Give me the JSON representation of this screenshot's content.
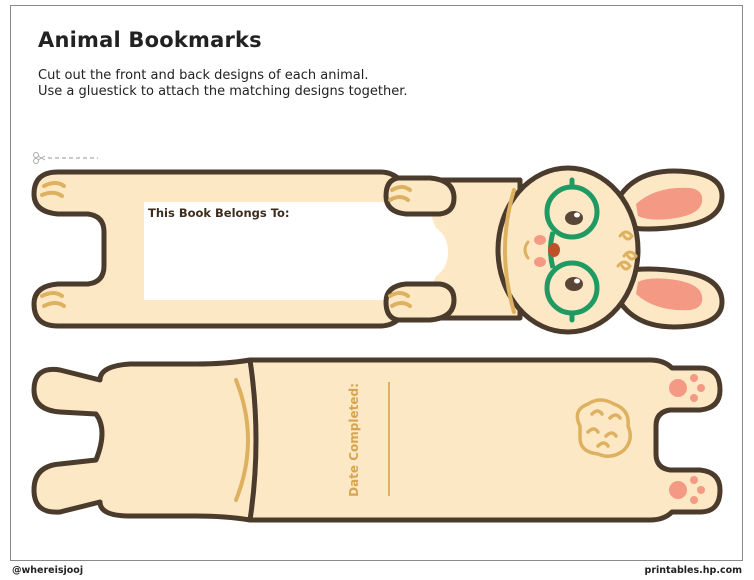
{
  "page": {
    "title": "Animal Bookmarks",
    "instructions": [
      "Cut out the front and back designs of each animal.",
      "Use a gluestick to attach the matching designs together."
    ]
  },
  "front_bookmark": {
    "belongs_label": "This Book Belongs To:"
  },
  "back_bookmark": {
    "date_label": "Date Completed:"
  },
  "footer": {
    "left": "@whereisjooj",
    "right": "printables.hp.com"
  },
  "colors": {
    "outline": "#4a3b2c",
    "body": "#fde8c6",
    "accent": "#ddb15f",
    "glasses": "#1e9a62",
    "inner_ear": "#f49a84",
    "nose": "#c0502a",
    "text_tan": "#d6a552"
  }
}
